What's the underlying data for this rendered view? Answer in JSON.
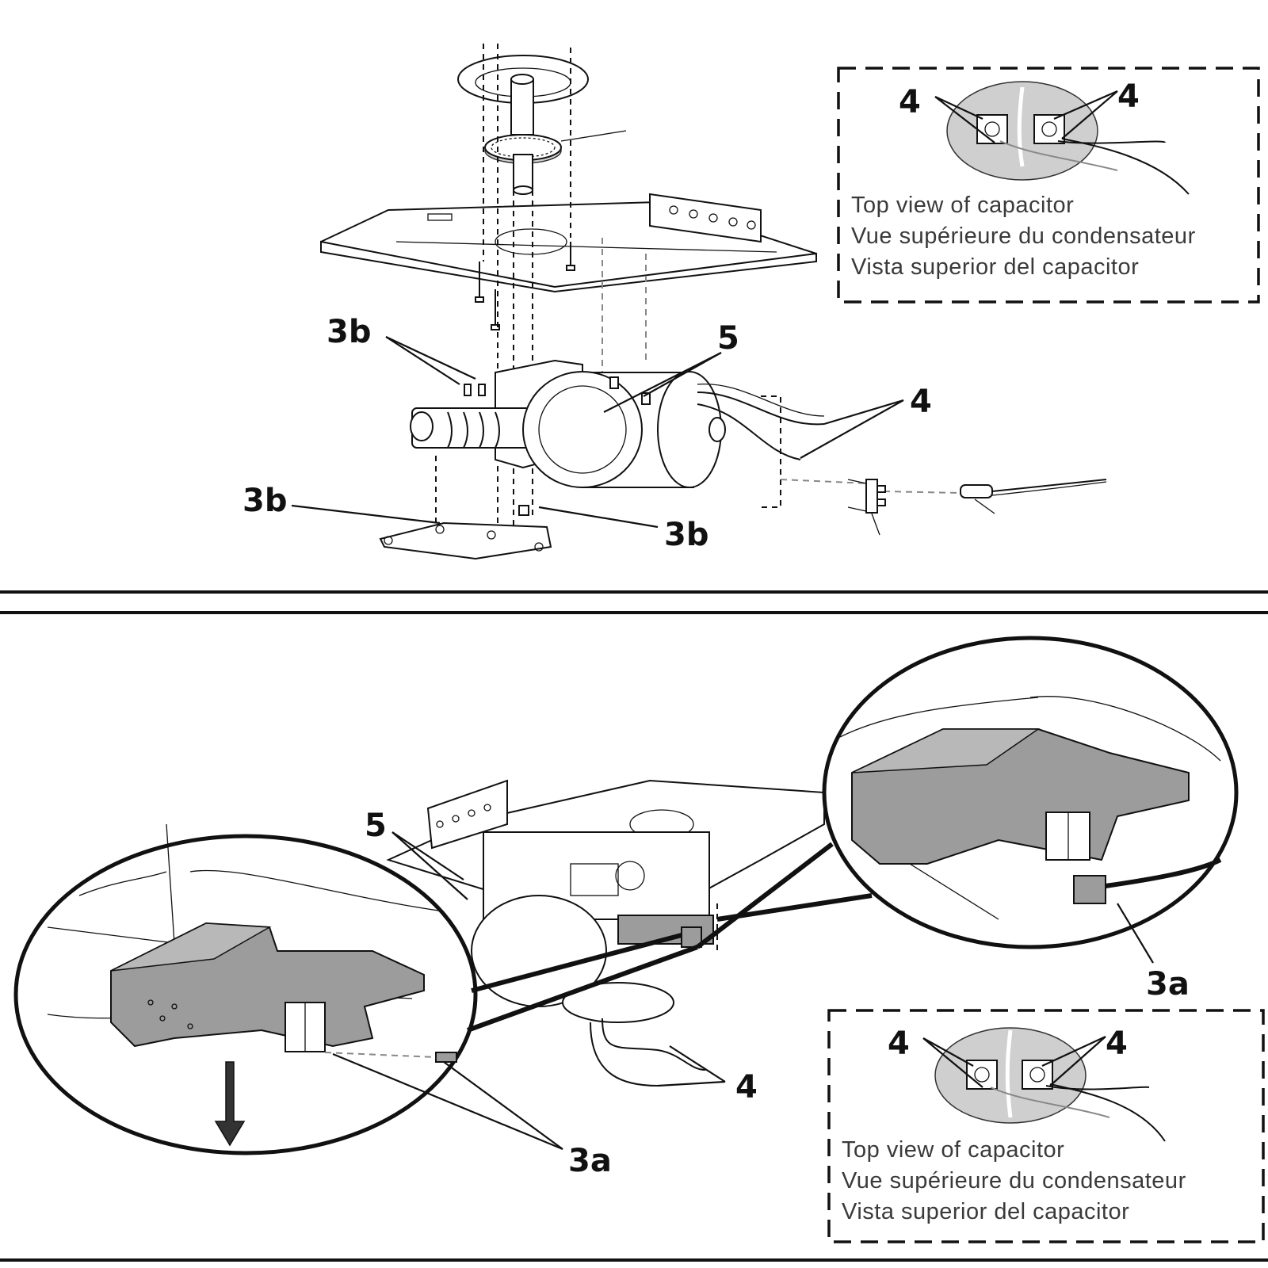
{
  "top_figure": {
    "callouts": {
      "c3b_upper": "3b",
      "c3b_left": "3b",
      "c3b_right": "3b",
      "c5": "5",
      "c4": "4"
    },
    "inset": {
      "callout_left": "4",
      "callout_right": "4",
      "caption_en": "Top view of capacitor",
      "caption_fr": "Vue supérieure du condensateur",
      "caption_es": "Vista superior del capacitor"
    }
  },
  "bottom_figure": {
    "callouts": {
      "c5": "5",
      "c4": "4",
      "c3a_right": "3a",
      "c3a_bottom": "3a"
    },
    "inset": {
      "callout_left": "4",
      "callout_right": "4",
      "caption_en": "Top view of capacitor",
      "caption_fr": "Vue supérieure du condensateur",
      "caption_es": "Vista superior del capacitor"
    }
  }
}
